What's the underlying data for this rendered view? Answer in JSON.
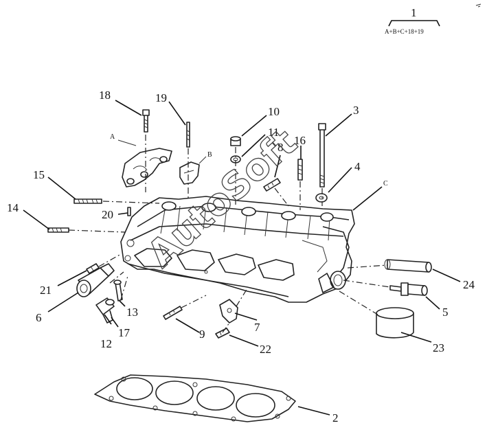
{
  "assembly": {
    "number": "1",
    "formula": "A+B+C+18+19"
  },
  "watermark": "AutoSoft",
  "callouts": [
    {
      "id": "2",
      "label": "2"
    },
    {
      "id": "3",
      "label": "3"
    },
    {
      "id": "4",
      "label": "4"
    },
    {
      "id": "5",
      "label": "5"
    },
    {
      "id": "6",
      "label": "6"
    },
    {
      "id": "7",
      "label": "7"
    },
    {
      "id": "8",
      "label": "8"
    },
    {
      "id": "9",
      "label": "9"
    },
    {
      "id": "10",
      "label": "10"
    },
    {
      "id": "11",
      "label": "11"
    },
    {
      "id": "12",
      "label": "12"
    },
    {
      "id": "13",
      "label": "13"
    },
    {
      "id": "14",
      "label": "14"
    },
    {
      "id": "15",
      "label": "15"
    },
    {
      "id": "16",
      "label": "16"
    },
    {
      "id": "17",
      "label": "17"
    },
    {
      "id": "18",
      "label": "18"
    },
    {
      "id": "19",
      "label": "19"
    },
    {
      "id": "20",
      "label": "20"
    },
    {
      "id": "21",
      "label": "21"
    },
    {
      "id": "22",
      "label": "22"
    },
    {
      "id": "23",
      "label": "23"
    },
    {
      "id": "24",
      "label": "24"
    }
  ],
  "letters": {
    "A": "A",
    "B": "B",
    "C": "C"
  }
}
